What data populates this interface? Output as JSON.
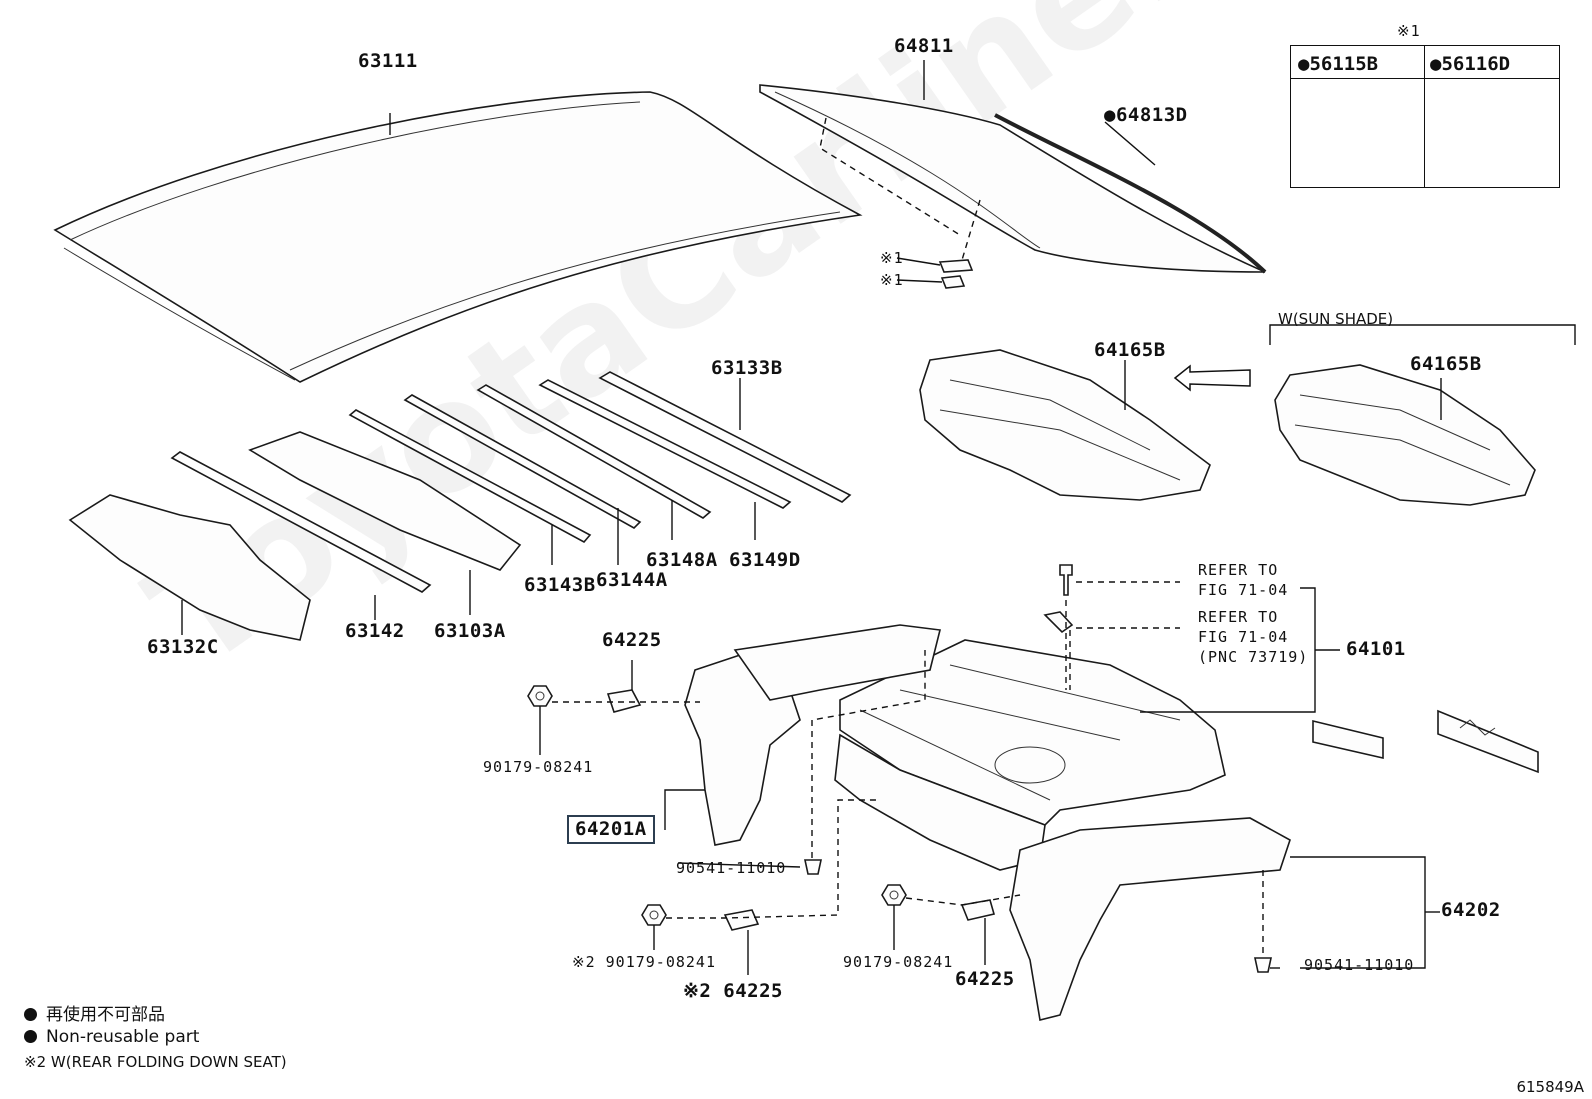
{
  "watermark": "ToyotaCarline.ru",
  "figure_id": "615849A",
  "legend": {
    "line1": "再使用不可部品",
    "line2": "Non-reusable part",
    "line3": "※2 W(REAR FOLDING DOWN SEAT)"
  },
  "inset": {
    "header": "※1",
    "col1": "●56115B",
    "col2": "●56116D"
  },
  "sun_shade_label": "W(SUN SHADE)",
  "refer1": [
    "REFER TO",
    "FIG 71-04"
  ],
  "refer2": [
    "REFER TO",
    "FIG 71-04",
    "(PNC 73719)"
  ],
  "parts": {
    "p63111": "63111",
    "p64811": "64811",
    "p64813D": "●64813D",
    "p63133B": "63133B",
    "p64165B_a": "64165B",
    "p64165B_b": "64165B",
    "p63132C": "63132C",
    "p63142": "63142",
    "p63103A": "63103A",
    "p63143B": "63143B",
    "p63144A": "63144A",
    "p63148A": "63148A",
    "p63149D": "63149D",
    "p64225_a": "64225",
    "p90179_a": "90179-08241",
    "p64201A": "64201A",
    "p90541_a": "90541-11010",
    "p64101": "64101",
    "p90179_b": "※2 90179-08241",
    "p64225_b": "※2 64225",
    "p90179_c": "90179-08241",
    "p64225_c": "64225",
    "p64202": "64202",
    "p90541_b": "90541-11010",
    "note1a": "※1",
    "note1b": "※1"
  }
}
